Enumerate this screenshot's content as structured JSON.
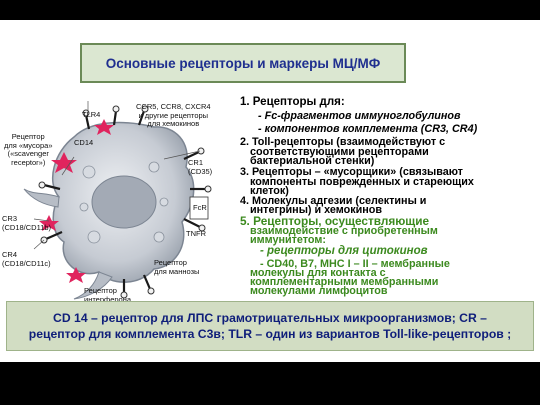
{
  "title": "Основные рецепторы и маркеры МЦ/МФ",
  "diagram": {
    "tlr4": "TLR4",
    "chemokine": [
      "CCR5, CCR8, CXCR4",
      "и другие рецепторы",
      "для хемокинов"
    ],
    "scavenger": [
      "Рецептор",
      "для «мусора»",
      "(«scavenger",
      "receptor»)"
    ],
    "cd14": "CD14",
    "cr1": [
      "CR1",
      "(CD35)"
    ],
    "fcr": "FcR",
    "tnfr": "TNFR",
    "cr3": [
      "CR3",
      "(CD18/CD11b)"
    ],
    "cr4": [
      "CR4",
      "(CD18/CD11c)"
    ],
    "mannose": [
      "Рецептор",
      "для маннозы"
    ],
    "ifn": [
      "Рецептор",
      "интерферона"
    ]
  },
  "list": {
    "i1": "1. Рецепторы для:",
    "i1a": "- Fc-фрагментов иммуноглобулинов",
    "i1b": "- компонентов комплемента (CR3, CR4)",
    "i2a": "2. Toll-рецепторы (взаимодействуют с",
    "i2b": "соответствующими рецепторами",
    "i2c": "бактериальной стенки)",
    "i3a": "3. Рецепторы – «мусорщики» (связывают",
    "i3b": "компоненты поврежденных и стареющих",
    "i3c": "клеток)",
    "i4a": "4. Молекулы адгезии (селектины и",
    "i4b": "интегрины) и хемокинов",
    "i5a": "5. Рецепторы, осуществляющие",
    "i5b": "взаимодействие с приобретенным",
    "i5c": "иммунитетом:",
    "i5d": "- рецепторы для цитокинов",
    "i5e": "- CD40, B7, MHC I – II – мембранные",
    "i5f": "молекулы для контакта с",
    "i5g": "комплементарными мембранными",
    "i5h": "молекулами лимфоцитов"
  },
  "footer": {
    "line1": "CD 14 – рецептор для ЛПС грамотрицательных микроорганизмов; CR –",
    "line2": "рецептор для комплемента С3в; TLR – один из вариантов Toll-like-рецепторов ;"
  }
}
